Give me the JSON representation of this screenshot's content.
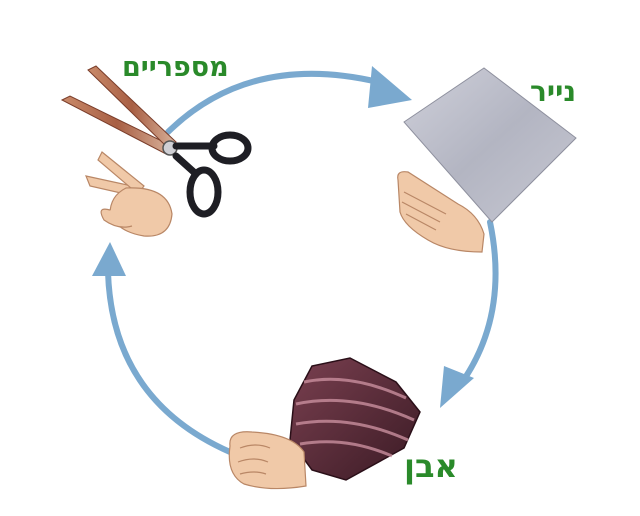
{
  "diagram": {
    "labels": {
      "scissors": "מספריים",
      "paper": "נייר",
      "rock": "אבן"
    },
    "colors": {
      "label_text": "#2a8a2a",
      "cycle_arrow": "#7aa9cf",
      "paper": "#b9bbc6",
      "rock": "#5a2a38",
      "skin": "#f0c9a8",
      "scissor_handle": "#1e1e24",
      "scissor_blade": "#b46b4e"
    },
    "icons": [
      "scissors-icon",
      "paper-sheet-icon",
      "rock-icon",
      "hand-scissors-icon",
      "hand-paper-icon",
      "hand-rock-icon"
    ]
  }
}
